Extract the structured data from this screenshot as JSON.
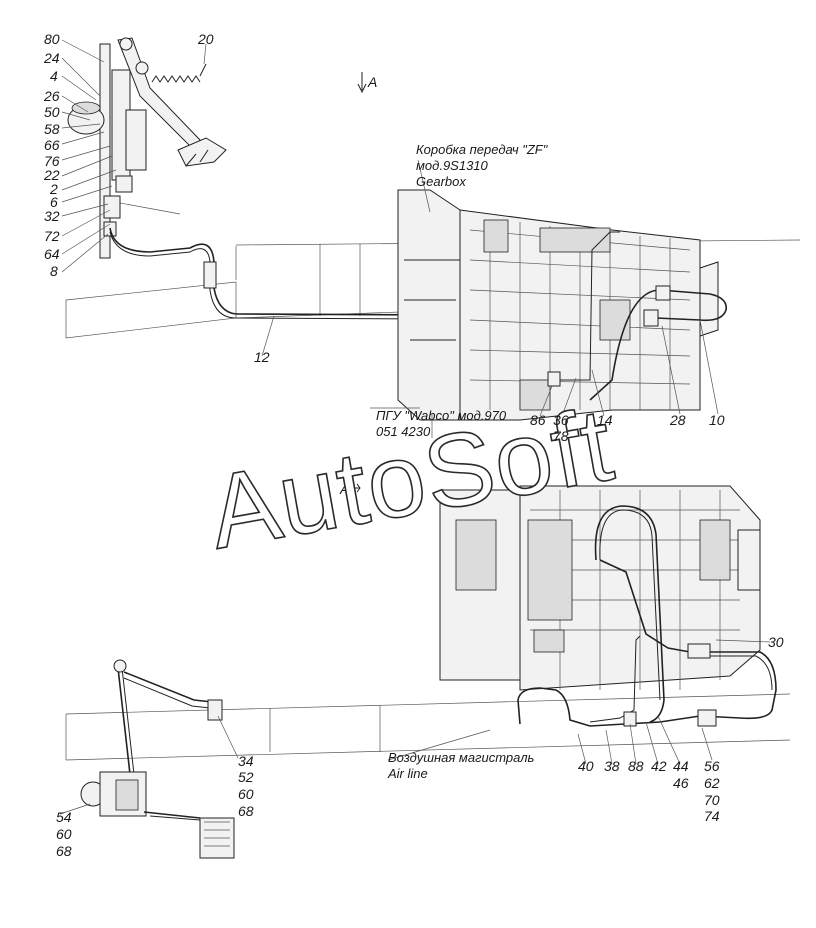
{
  "captions": {
    "gearbox_ru": "Коробка передач \"ZF\"",
    "gearbox_model": "мод.9S1310",
    "gearbox_en": "Gearbox",
    "pgu_ru": "ПГУ \"Wabco\" мод.970",
    "pgu_code": "051 4230",
    "airline_ru": "Воздушная магистраль",
    "airline_en": "Air line",
    "view_a_top": "A",
    "view_a_mid": "A"
  },
  "watermark": "AutoSoft",
  "callouts": {
    "upper_left": [
      "80",
      "24",
      "4",
      "26",
      "50",
      "58",
      "66",
      "76",
      "22",
      "2",
      "6",
      "32",
      "72",
      "64",
      "8"
    ],
    "spring": "20",
    "line_12": "12",
    "upper_right": [
      "86",
      "36",
      "78",
      "14",
      "28",
      "10"
    ],
    "lower_30": "30",
    "lower_pedal_group": [
      "34",
      "52",
      "60",
      "68"
    ],
    "lower_left_group": [
      "54",
      "60",
      "68"
    ],
    "lower_bottom": [
      "40",
      "38",
      "88",
      "42",
      "44",
      "46"
    ],
    "lower_right_group": [
      "56",
      "62",
      "70",
      "74"
    ]
  }
}
